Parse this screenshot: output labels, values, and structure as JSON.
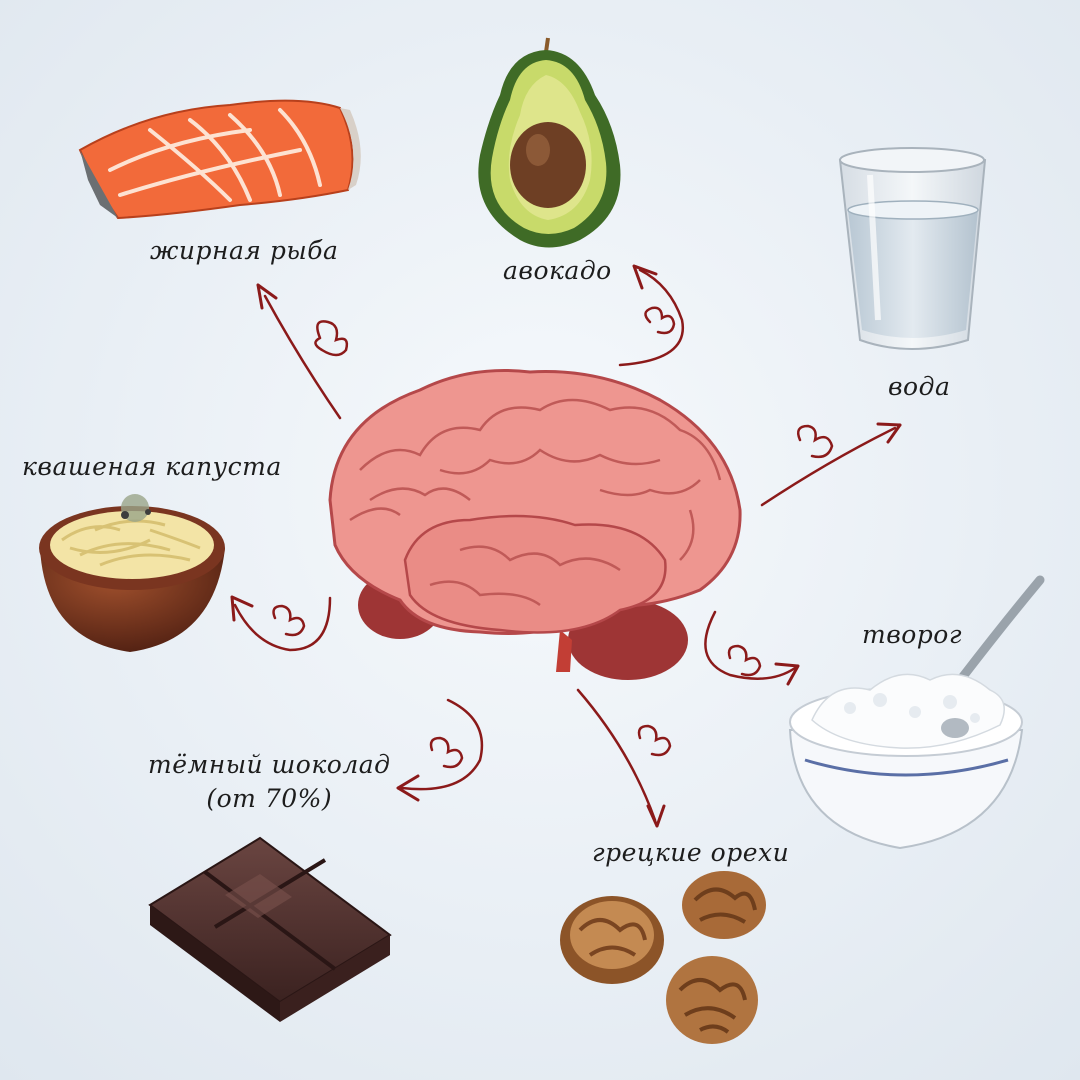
{
  "labels": {
    "fish": "жирная рыба",
    "avocado": "авокадо",
    "water": "вода",
    "sauerkraut": "квашеная капуста",
    "cottage_cheese": "творог",
    "chocolate_line1": "тёмный шоколад",
    "chocolate_line2": "(от 70%)",
    "walnuts": "грецкие орехи"
  },
  "colors": {
    "arrow": "#8b1a1a",
    "brain": "#ee9690",
    "brain_dark": "#b5484a",
    "salmon": "#f26a3a",
    "avocado_skin": "#3f6b26",
    "avocado_flesh": "#c8da6a",
    "chocolate": "#4a2c28",
    "walnut": "#a86a38",
    "bowl_wood": "#6b2f1d"
  },
  "icons": [
    "salmon-icon",
    "avocado-icon",
    "water-glass-icon",
    "sauerkraut-bowl-icon",
    "brain-icon",
    "cottage-cheese-bowl-icon",
    "dark-chocolate-icon",
    "walnuts-icon"
  ]
}
